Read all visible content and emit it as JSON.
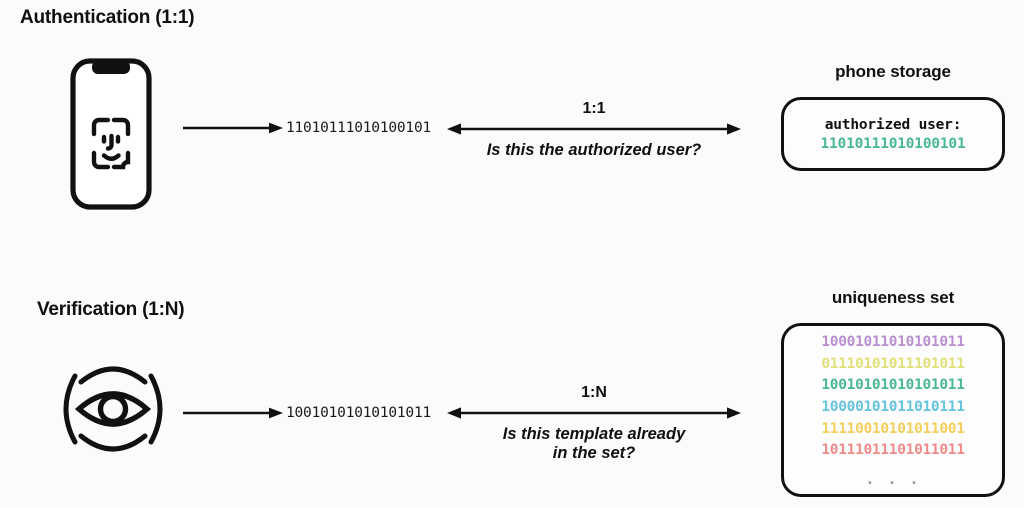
{
  "page": {
    "background_color": "#fbfbfb",
    "ink_color": "#111111"
  },
  "sections": [
    {
      "id": "authentication",
      "title": "Authentication (1:1)",
      "source_icon": "face-id-phone-icon",
      "template": "11010111010100101",
      "relation_ratio": "1:1",
      "relation_question_line1": "Is this the authorized user?",
      "relation_question_line2": "",
      "store": {
        "label": "phone storage",
        "record_label": "authorized user:",
        "record_value": "11010111010100101",
        "record_value_color": "#4ab795"
      }
    },
    {
      "id": "verification",
      "title": "Verification (1:N)",
      "source_icon": "iris-scan-eye-icon",
      "template": "10010101010101011",
      "relation_ratio": "1:N",
      "relation_question_line1": "Is this template already",
      "relation_question_line2": "in the set?",
      "store": {
        "label": "uniqueness set",
        "ellipsis": ". . .",
        "entries": [
          {
            "value": "10001011010101011",
            "color": "#b98fd2"
          },
          {
            "value": "01110101011101011",
            "color": "#e0e07a"
          },
          {
            "value": "10010101010101011",
            "color": "#4ab795"
          },
          {
            "value": "10000101011010111",
            "color": "#66c4de"
          },
          {
            "value": "11110010101011001",
            "color": "#f3cf5a"
          },
          {
            "value": "10111011101011011",
            "color": "#ef8a8a"
          }
        ]
      }
    }
  ]
}
